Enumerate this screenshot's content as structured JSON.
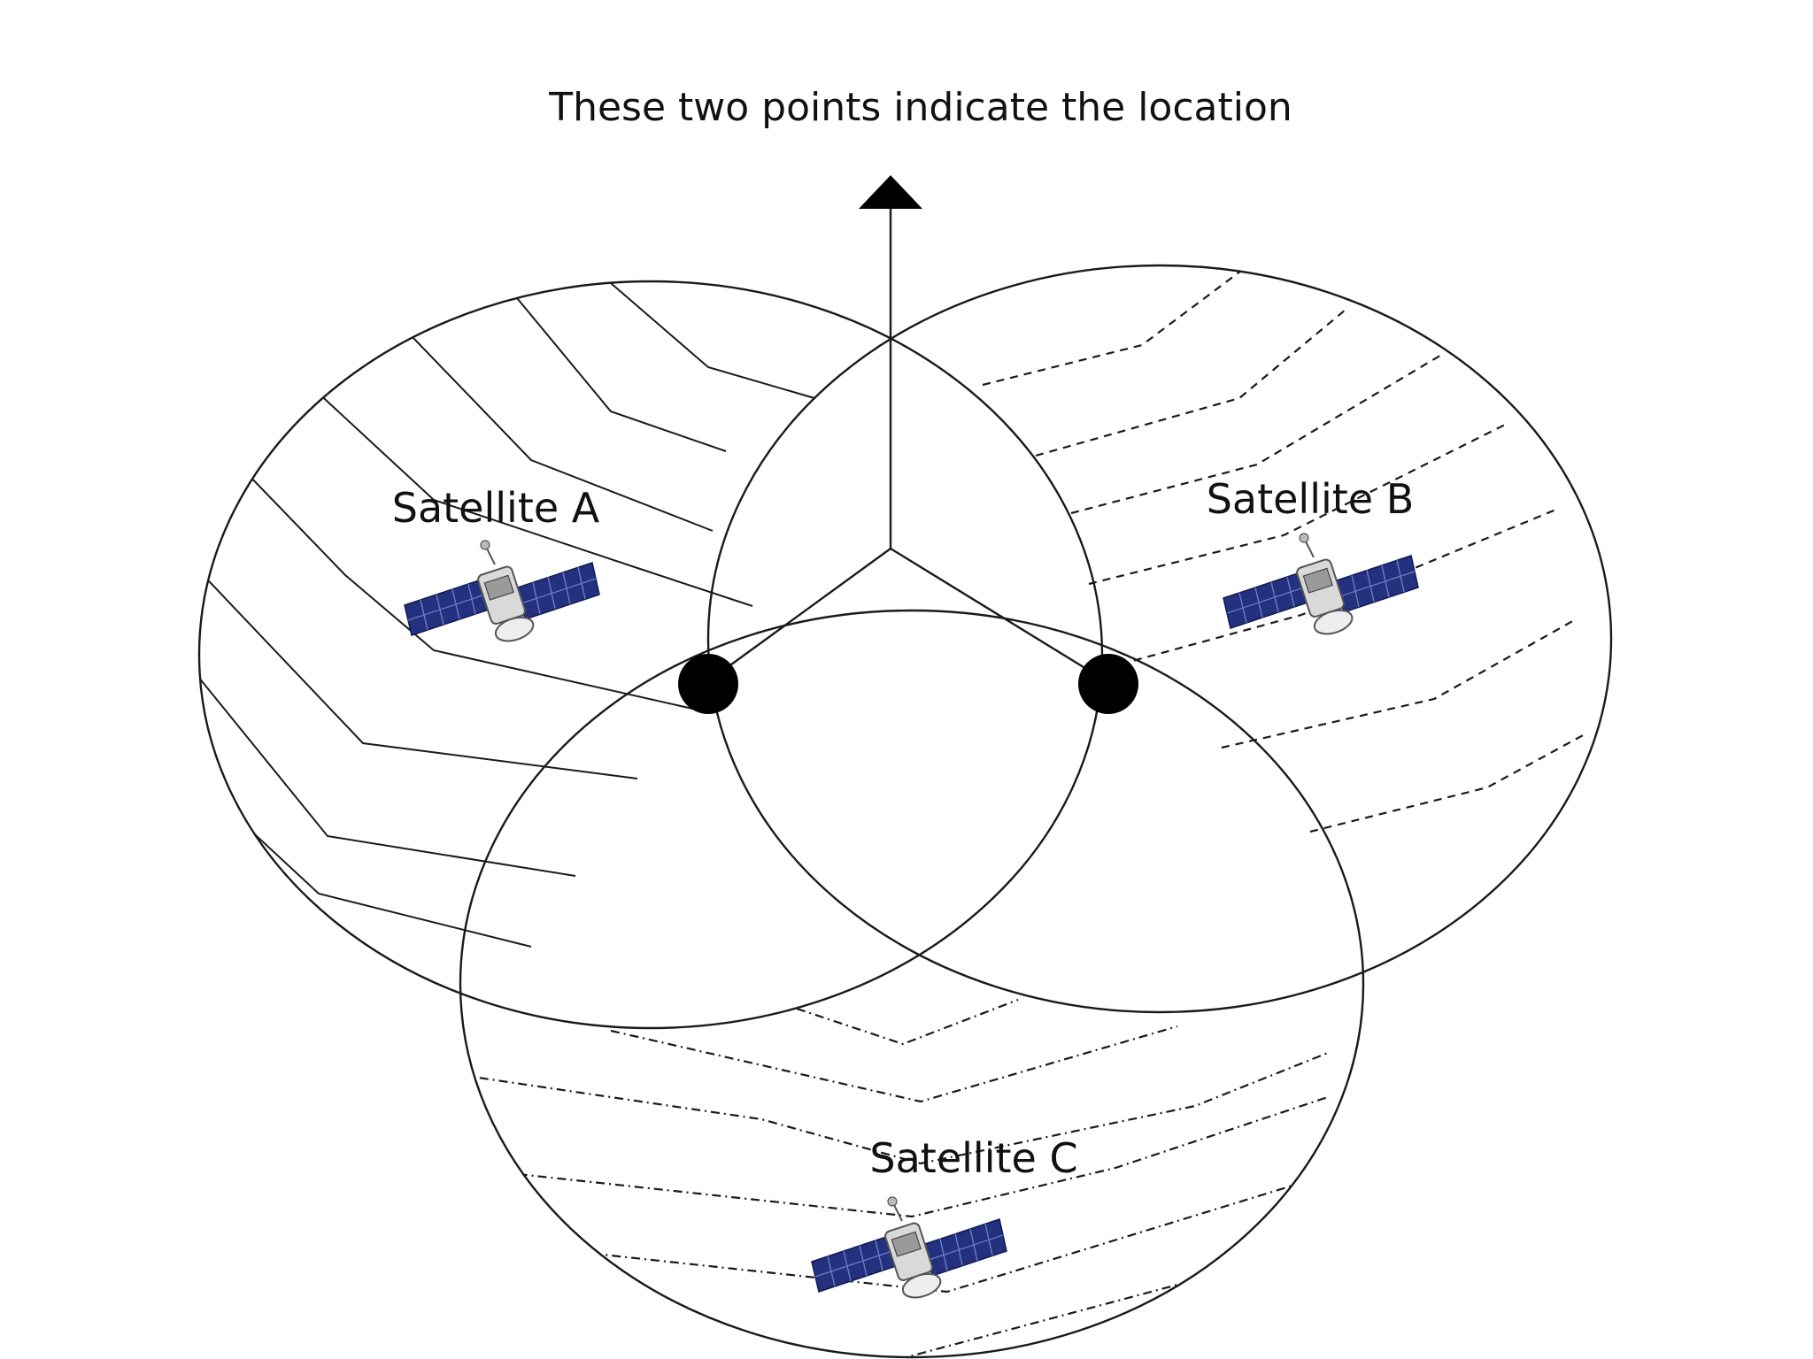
{
  "caption": "These two points indicate the location",
  "satellites": [
    {
      "id": "a",
      "label": "Satellite A",
      "hatch": "solid"
    },
    {
      "id": "b",
      "label": "Satellite B",
      "hatch": "dashed"
    },
    {
      "id": "c",
      "label": "Satellite C",
      "hatch": "dash-dot"
    }
  ],
  "colors": {
    "line": "#1a1a1a",
    "panel": "#23317e",
    "panel_grid": "#6b7cc4",
    "body": "#d9d9d9",
    "marker": "#000000"
  },
  "icons": {
    "satellite": "satellite-icon",
    "location_marker": "location-point-icon",
    "arrow": "arrow-up-icon"
  }
}
